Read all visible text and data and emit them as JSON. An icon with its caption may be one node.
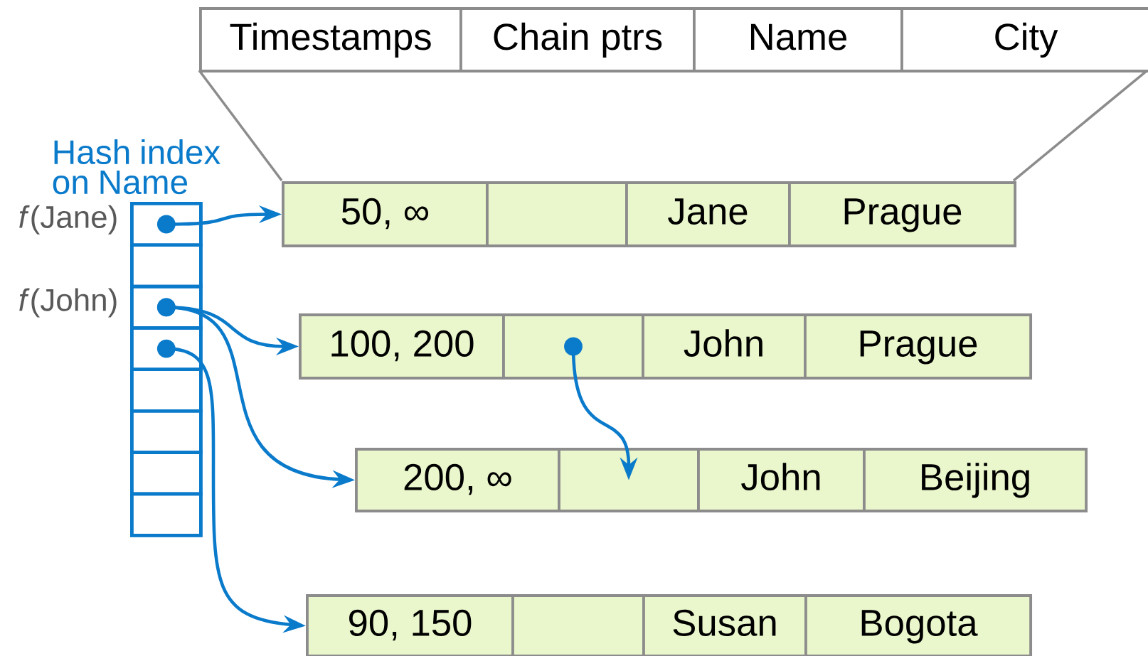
{
  "diagram": {
    "nodes": [
      {
        "text": [
          "Timestamps"
        ]
      },
      {
        "text": [
          "Chain ptrs"
        ]
      },
      {
        "text": [
          "Name"
        ]
      },
      {
        "text": [
          "City"
        ]
      },
      {
        "text": [
          "Hash index on Name"
        ]
      },
      {
        "text": [],
        "shape": "box",
        "in": 4,
        "beside": [
          "*f*(Jane)"
        ]
      },
      {
        "text": [],
        "shape": "box",
        "in": 4
      },
      {
        "text": [],
        "shape": "box",
        "in": 4,
        "beside": [
          "*f*(John)"
        ]
      },
      {
        "text": [],
        "shape": "box",
        "in": 4
      },
      {
        "text": [],
        "shape": "box",
        "in": 4
      },
      {
        "text": [],
        "shape": "box",
        "in": 4
      },
      {
        "text": [],
        "shape": "box",
        "in": 4
      },
      {
        "text": [],
        "shape": "box",
        "in": 4
      },
      {
        "text": [
          "50, ∞"
        ]
      },
      {
        "text": [],
        "shape": "box"
      },
      {
        "text": [
          "Jane"
        ]
      },
      {
        "text": [
          "Prague"
        ]
      },
      {
        "text": [
          "100, 200"
        ]
      },
      {
        "text": [],
        "shape": "box"
      },
      {
        "text": [
          "John"
        ]
      },
      {
        "text": [
          "Prague"
        ]
      },
      {
        "text": [
          "200, ∞"
        ]
      },
      {
        "text": [],
        "shape": "box"
      },
      {
        "text": [
          "John"
        ]
      },
      {
        "text": [
          "Beijing"
        ]
      },
      {
        "text": [
          "90, 150"
        ]
      },
      {
        "text": [],
        "shape": "box"
      },
      {
        "text": [
          "Susan"
        ]
      },
      {
        "text": [
          "Bogota"
        ]
      }
    ],
    "edges": [
      {
        "from": 5,
        "to": 13,
        "arrow": "to"
      },
      {
        "from": 7,
        "to": 17,
        "arrow": "to"
      },
      {
        "from": 7,
        "to": 21,
        "arrow": "to"
      },
      {
        "from": 8,
        "to": 25,
        "arrow": "to"
      },
      {
        "from": 18,
        "to": 22,
        "arrow": "to"
      }
    ]
  }
}
